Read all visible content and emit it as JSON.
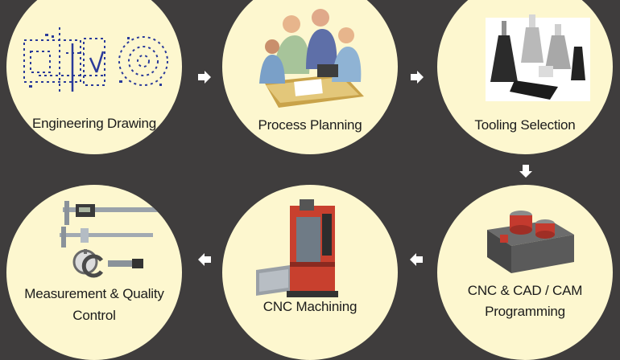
{
  "steps": [
    {
      "id": "engineering-drawing",
      "label": "Engineering Drawing",
      "icon": "blueprint-drawing-icon"
    },
    {
      "id": "process-planning",
      "label": "Process Planning",
      "icon": "team-meeting-icon"
    },
    {
      "id": "tooling-selection",
      "label": "Tooling Selection",
      "icon": "tool-holders-icon"
    },
    {
      "id": "cnc-programming",
      "label_line1": "CNC  & CAD / CAM",
      "label_line2": "Programming",
      "icon": "cad-model-icon"
    },
    {
      "id": "cnc-machining",
      "label": "CNC Machining",
      "icon": "cnc-machine-icon"
    },
    {
      "id": "measurement",
      "label_line1": "Measurement & Quality",
      "label_line2": "Control",
      "icon": "calipers-micrometer-icon"
    }
  ],
  "colors": {
    "background": "#3f3d3d",
    "circle": "#fdf7cf",
    "arrow": "#ffffff",
    "text": "#1b1b1b"
  },
  "flow": [
    "right",
    "right",
    "down",
    "left",
    "left"
  ]
}
